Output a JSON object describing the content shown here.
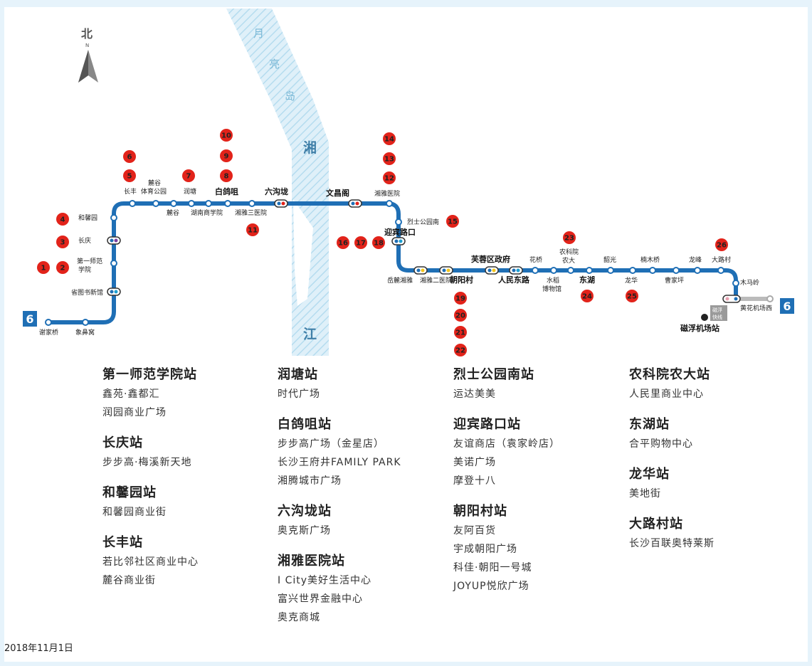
{
  "compass": {
    "label": "北",
    "sub": "N"
  },
  "river": {
    "islet_chars": [
      "月",
      "亮",
      "岛"
    ],
    "name_chars": [
      "湘",
      "江"
    ]
  },
  "line": {
    "number": "6",
    "color": "#1f6fb5"
  },
  "stations": {
    "xiejiaqiao": "谢家桥",
    "xiangfuwo": "象鼻窝",
    "shengtushuguan": "省图书新馆",
    "diyishifan": [
      "第一师范",
      "学院"
    ],
    "changqing": "长庆",
    "hexinyuan": "和馨园",
    "changfeng": "长丰",
    "lugu_tiyu": [
      "麓谷",
      "体育公园"
    ],
    "lugu": "麓谷",
    "runtang": "润塘",
    "hunan_shangxueyuan": "湖南商学院",
    "baigezui": "白鸽咀",
    "xiangya_sanyiyuan": "湘雅三医院",
    "liugoulong": "六沟垅",
    "wenchangge": "文昌阁",
    "xiangya_yiyuan": "湘雅医院",
    "lieshigongyuannan": "烈士公园南",
    "yingbinlukou": "迎宾路口",
    "xiangya_eryiyuan": "湘雅二医院",
    "chaoyangcun": "朝阳村",
    "furongquzhengfu": "芙蓉区政府",
    "renmindonglu": "人民东路",
    "huaqiao": "花桥",
    "shuidao": [
      "水稻",
      "博物馆"
    ],
    "nongkeyuan": [
      "农科院",
      "农大"
    ],
    "donghu": "东湖",
    "shaoguang": "韶光",
    "longhua": "龙华",
    "nanmuqiao": "楠木桥",
    "caojiaping": "曹家坪",
    "longfeng": "龙峰",
    "dalucun": "大路村",
    "mumaling": "木马岭",
    "huanghua_jichang_xi": "黄花机场西",
    "cifu_jichang": "磁浮机场站",
    "cifu_badge": [
      "磁浮",
      "快线"
    ],
    "yuelu_left_label": "岳麓湘雅"
  },
  "markers": {
    "color": "#e2231a",
    "labels": [
      "1",
      "2",
      "3",
      "4",
      "5",
      "6",
      "7",
      "8",
      "9",
      "10",
      "11",
      "12",
      "13",
      "14",
      "15",
      "16",
      "17",
      "18",
      "19",
      "20",
      "21",
      "22",
      "23",
      "24",
      "25",
      "26"
    ]
  },
  "legend": [
    [
      {
        "title": "第一师范学院站",
        "items": [
          "鑫苑·鑫都汇",
          "润园商业广场"
        ]
      },
      {
        "title": "长庆站",
        "items": [
          "步步高·梅溪新天地"
        ]
      },
      {
        "title": "和馨园站",
        "items": [
          "和馨园商业街"
        ]
      },
      {
        "title": "长丰站",
        "items": [
          "若比邻社区商业中心",
          "麓谷商业街"
        ]
      }
    ],
    [
      {
        "title": "润塘站",
        "items": [
          "时代广场"
        ]
      },
      {
        "title": "白鸽咀站",
        "items": [
          "步步高广场（金星店）",
          "长沙王府井FAMILY PARK",
          "湘腾城市广场"
        ]
      },
      {
        "title": "六沟垅站",
        "items": [
          "奥克斯广场"
        ]
      },
      {
        "title": "湘雅医院站",
        "items": [
          "I City美好生活中心",
          "富兴世界金融中心",
          "奥克商城"
        ]
      }
    ],
    [
      {
        "title": "烈士公园南站",
        "items": [
          "运达美美"
        ]
      },
      {
        "title": "迎宾路口站",
        "items": [
          "友谊商店（袁家岭店）",
          "美诺广场",
          "摩登十八"
        ]
      },
      {
        "title": "朝阳村站",
        "items": [
          "友阿百货",
          "宇成朝阳广场",
          "科佳·朝阳一号城",
          "JOYUP悦欣广场"
        ]
      }
    ],
    [
      {
        "title": "农科院农大站",
        "items": [
          "人民里商业中心"
        ]
      },
      {
        "title": "东湖站",
        "items": [
          "合平购物中心"
        ]
      },
      {
        "title": "龙华站",
        "items": [
          "美地街"
        ]
      },
      {
        "title": "大路村站",
        "items": [
          "长沙百联奥特莱斯"
        ]
      }
    ]
  ],
  "date": "2018年11月1日"
}
